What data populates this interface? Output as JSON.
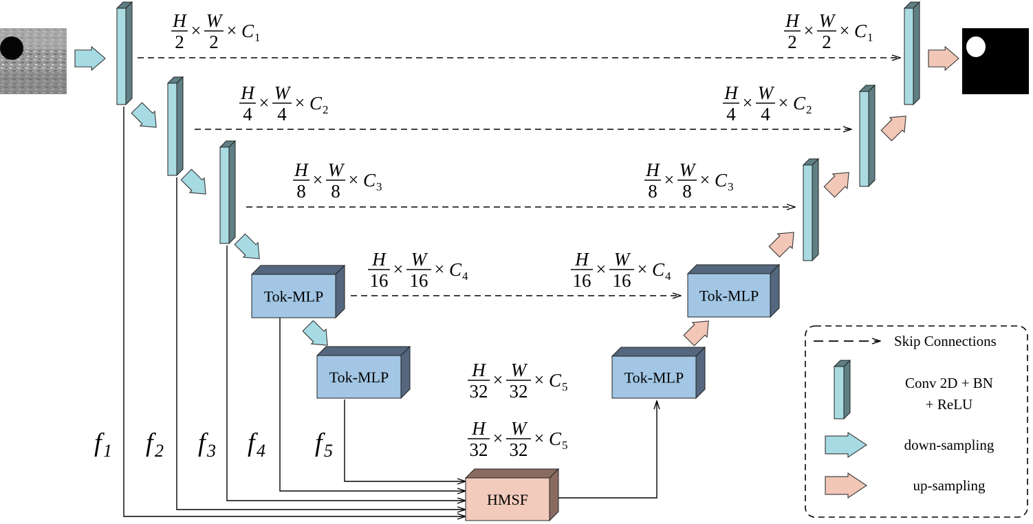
{
  "blocks": {
    "tok_mlp_label": "Tok-MLP",
    "hmsf_label": "HMSF"
  },
  "features": [
    "f1",
    "f2",
    "f3",
    "f4",
    "f5"
  ],
  "dims": {
    "level1": {
      "num1": "H",
      "den1": "2",
      "num2": "W",
      "den2": "2",
      "c": "C",
      "sub": "1"
    },
    "level2": {
      "num1": "H",
      "den1": "4",
      "num2": "W",
      "den2": "4",
      "c": "C",
      "sub": "2"
    },
    "level3": {
      "num1": "H",
      "den1": "8",
      "num2": "W",
      "den2": "8",
      "c": "C",
      "sub": "3"
    },
    "level4": {
      "num1": "H",
      "den1": "16",
      "num2": "W",
      "den2": "16",
      "c": "C",
      "sub": "4"
    },
    "level5": {
      "num1": "H",
      "den1": "32",
      "num2": "W",
      "den2": "32",
      "c": "C",
      "sub": "5"
    }
  },
  "legend": {
    "skip": "Skip Connections",
    "conv_line1": "Conv 2D + BN",
    "conv_line2": "+ ReLU",
    "down": "down-sampling",
    "up": "up-sampling"
  },
  "colors": {
    "conv_front": "#a9dbe1",
    "conv_side": "#5f7f84",
    "tok_front": "#a2c6e4",
    "tok_top": "#54677e",
    "hmsf_front": "#f2cbbd",
    "hmsf_top": "#8a6b60",
    "down_arrow": "#a7dbe4",
    "up_arrow": "#f2c7b7"
  }
}
